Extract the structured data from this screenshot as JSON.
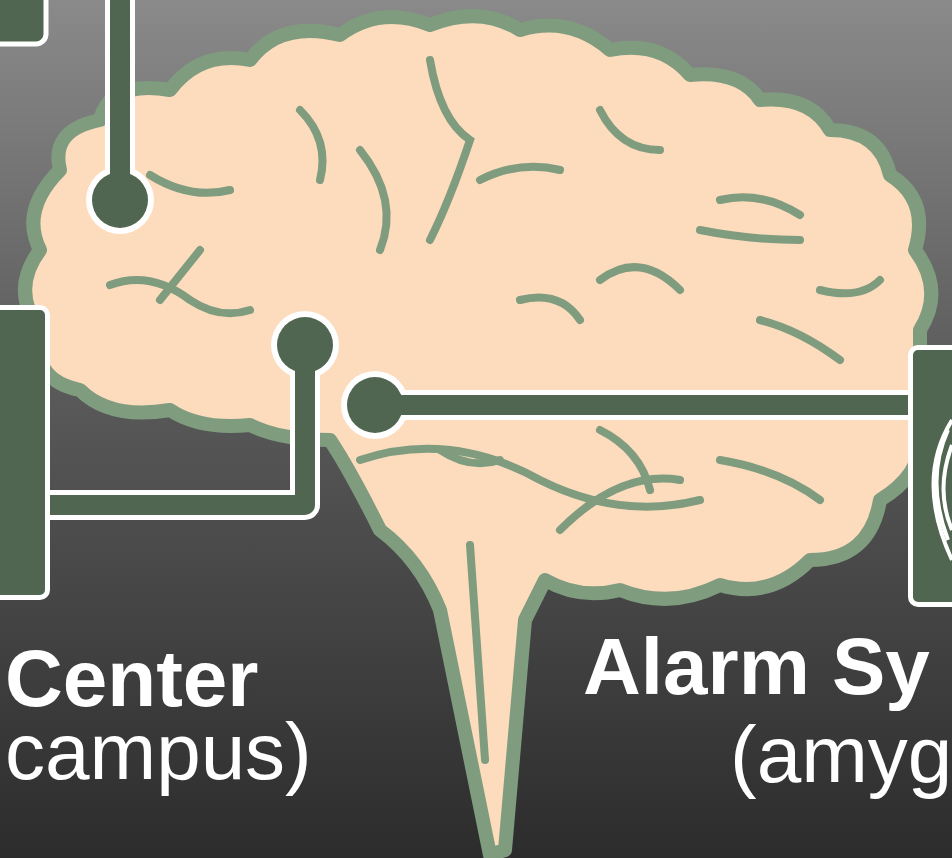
{
  "diagram": {
    "nodes": [
      {
        "text": [
          "Center",
          "campus)"
        ]
      },
      {
        "text": [
          "Alarm Sy",
          "(amyg"
        ]
      }
    ]
  }
}
